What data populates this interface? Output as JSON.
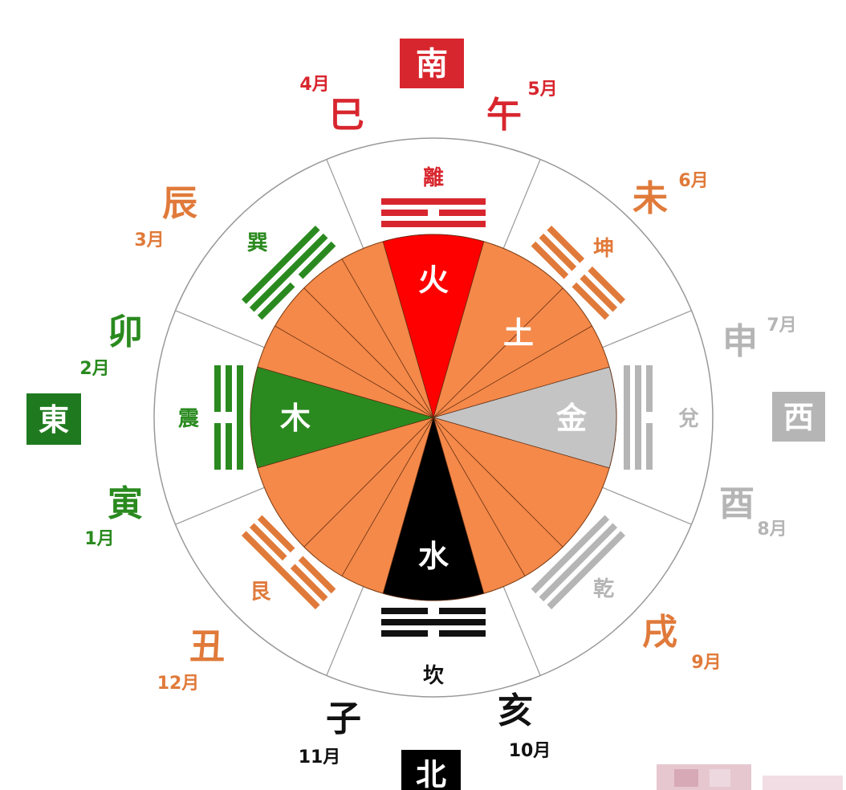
{
  "directions": {
    "south": "南",
    "east": "東",
    "west": "西",
    "north": "北"
  },
  "branches": [
    {
      "char": "巳",
      "month": "4月",
      "color": "#d8262e"
    },
    {
      "char": "午",
      "month": "5月",
      "color": "#d8262e"
    },
    {
      "char": "未",
      "month": "6月",
      "color": "#e07a3a"
    },
    {
      "char": "申",
      "month": "7月",
      "color": "#b5b5b5"
    },
    {
      "char": "酉",
      "month": "8月",
      "color": "#b5b5b5"
    },
    {
      "char": "戌",
      "month": "9月",
      "color": "#e07a3a"
    },
    {
      "char": "亥",
      "month": "10月",
      "color": "#111111"
    },
    {
      "char": "子",
      "month": "11月",
      "color": "#111111"
    },
    {
      "char": "丑",
      "month": "12月",
      "color": "#e07a3a"
    },
    {
      "char": "寅",
      "month": "1月",
      "color": "#2a8a1f"
    },
    {
      "char": "卯",
      "month": "2月",
      "color": "#2a8a1f"
    },
    {
      "char": "辰",
      "month": "3月",
      "color": "#e07a3a"
    }
  ],
  "trigrams": [
    {
      "name": "離",
      "color": "#d8262e",
      "lines": [
        1,
        0,
        1
      ]
    },
    {
      "name": "坤",
      "color": "#e07a3a",
      "lines": [
        0,
        0,
        0
      ]
    },
    {
      "name": "兌",
      "color": "#b5b5b5",
      "lines": [
        0,
        1,
        1
      ]
    },
    {
      "name": "乾",
      "color": "#b5b5b5",
      "lines": [
        1,
        1,
        1
      ]
    },
    {
      "name": "坎",
      "color": "#111111",
      "lines": [
        0,
        1,
        0
      ]
    },
    {
      "name": "艮",
      "color": "#e07a3a",
      "lines": [
        1,
        0,
        0
      ]
    },
    {
      "name": "震",
      "color": "#2a8a1f",
      "lines": [
        0,
        0,
        1
      ]
    },
    {
      "name": "巽",
      "color": "#2a8a1f",
      "lines": [
        1,
        1,
        0
      ]
    }
  ],
  "elements": [
    {
      "label": "火",
      "color": "#ff0000"
    },
    {
      "label": "土",
      "color": "#f4894a"
    },
    {
      "label": "金",
      "color": "#c4c4c4"
    },
    {
      "label": "水",
      "color": "#000000"
    },
    {
      "label": "木",
      "color": "#2a8a1f"
    }
  ],
  "colors": {
    "red": "#d8262e",
    "fire": "#ff0000",
    "earth": "#f4894a",
    "metal": "#c4c4c4",
    "water": "#000000",
    "wood": "#2a8a1f",
    "orange_text": "#e07a3a",
    "grey_text": "#b5b5b5"
  }
}
